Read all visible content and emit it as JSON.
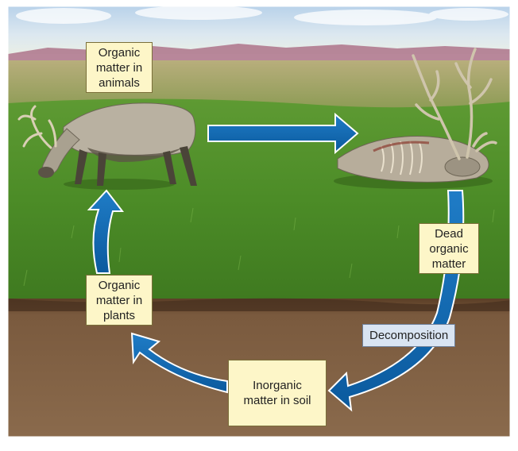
{
  "diagram": {
    "labels": {
      "animals": "Organic\nmatter in\nanimals",
      "dead": "Dead\norganic\nmatter",
      "plants": "Organic\nmatter in\nplants",
      "soil": "Inorganic\nmatter in soil",
      "decomposition": "Decomposition"
    },
    "colors": {
      "arrow": "#0f66b0",
      "arrow_edge": "#ffffff",
      "label_fill": "#fdf6c8",
      "decomposition_fill": "#d9e4f2",
      "sky": "#c7dbea",
      "grass": "#4f8f2a",
      "soil": "#7a5c40"
    },
    "icons": [
      "caribou-grazing-icon",
      "caribou-carcass-icon",
      "cycle-arrow-icon"
    ]
  }
}
